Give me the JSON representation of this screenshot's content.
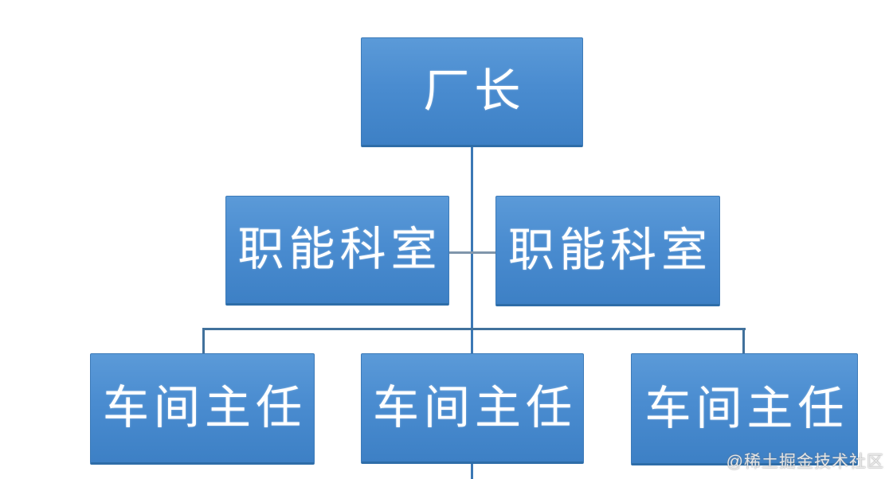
{
  "diagram": {
    "type": "org-chart",
    "nodes": [
      {
        "id": "factory-director",
        "label": "厂长",
        "level": 1
      },
      {
        "id": "functional-dept-left",
        "label": "职能科室",
        "level": 2
      },
      {
        "id": "functional-dept-right",
        "label": "职能科室",
        "level": 2
      },
      {
        "id": "workshop-director-left",
        "label": "车间主任",
        "level": 3
      },
      {
        "id": "workshop-director-center",
        "label": "车间主任",
        "level": 3
      },
      {
        "id": "workshop-director-right",
        "label": "车间主任",
        "level": 3
      }
    ],
    "edges": [
      {
        "from": "factory-director",
        "to": "functional-dept-left"
      },
      {
        "from": "factory-director",
        "to": "functional-dept-right"
      },
      {
        "from": "factory-director",
        "to": "workshop-director-left"
      },
      {
        "from": "factory-director",
        "to": "workshop-director-center"
      },
      {
        "from": "factory-director",
        "to": "workshop-director-right"
      }
    ],
    "colors": {
      "node_fill_top": "#5b9ad8",
      "node_fill_bottom": "#3d80c5",
      "node_border": "#2e6da8",
      "connector": "#3b78b5",
      "connector_light": "#8096ab",
      "text": "#ffffff",
      "background": "#ffffff"
    }
  },
  "watermark": {
    "text": "@稀土掘金技术社区"
  }
}
